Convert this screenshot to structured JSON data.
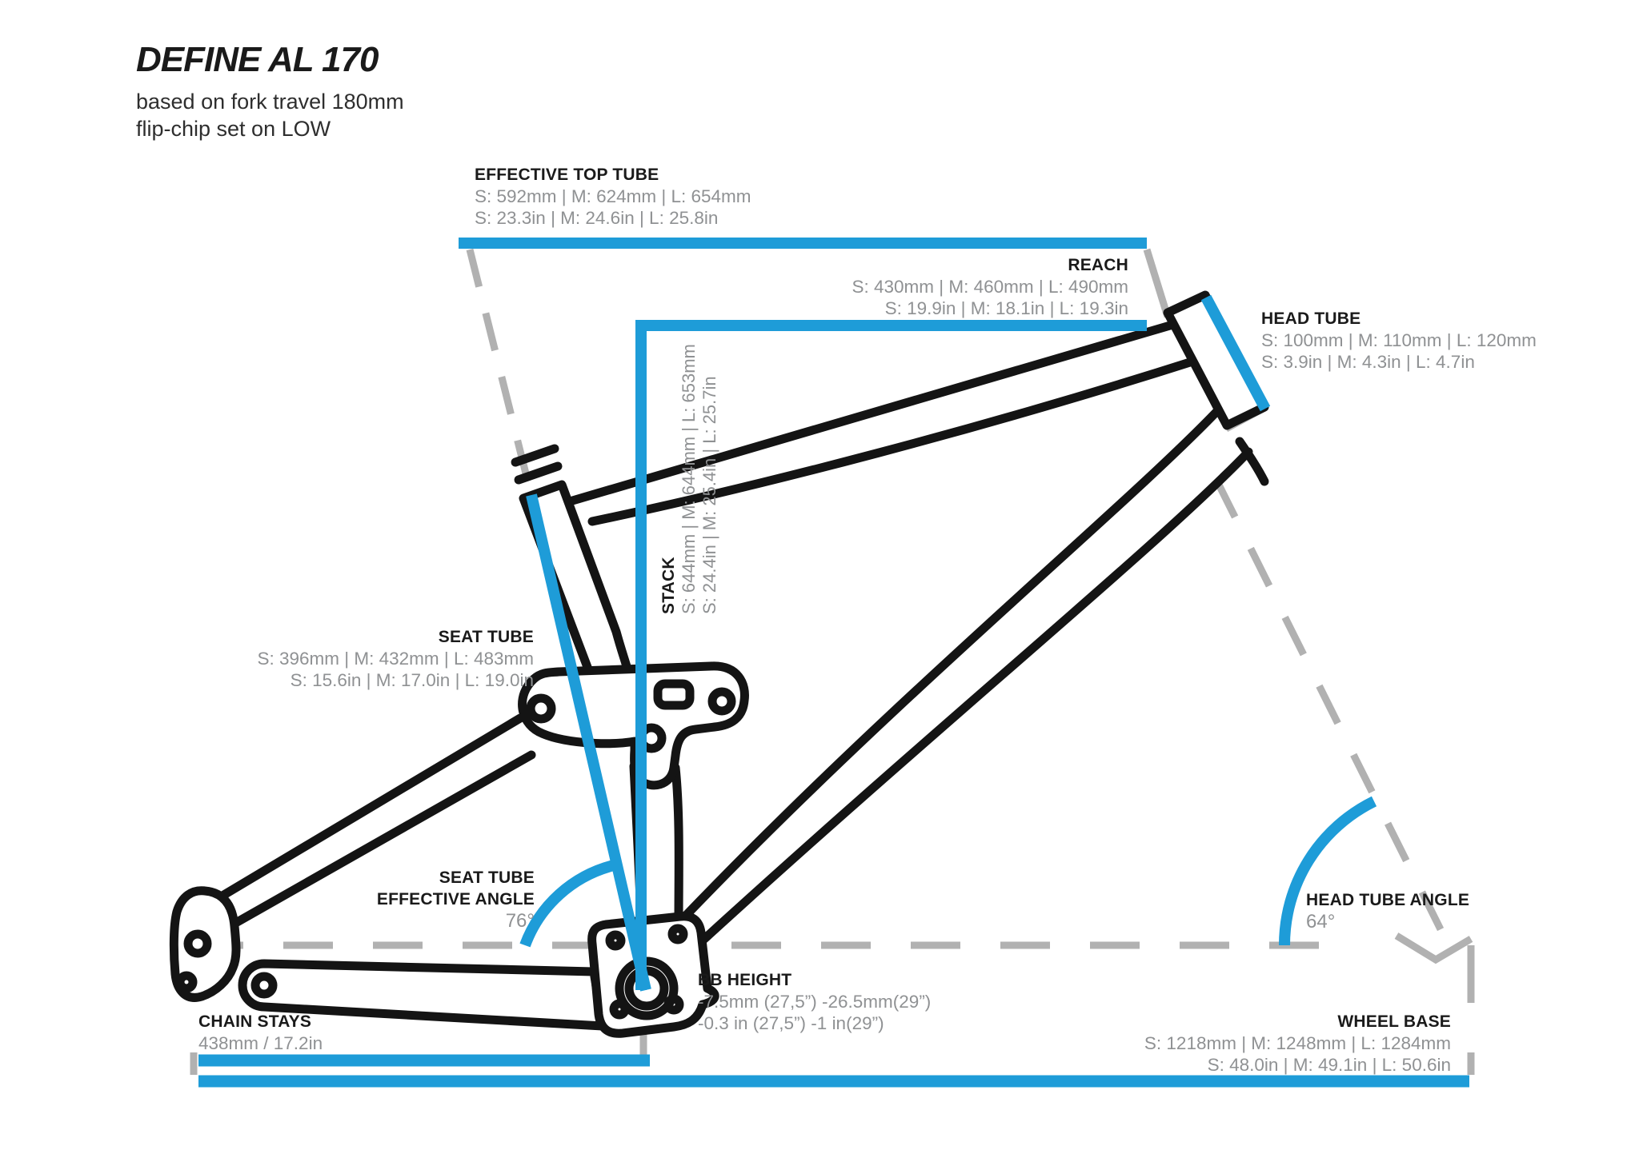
{
  "title": {
    "name": "DEFINE AL 170",
    "subtitle_line1": "based on fork travel 180mm",
    "subtitle_line2": "flip-chip set on LOW"
  },
  "colors": {
    "accent_blue": "#1E9CD8",
    "construction_gray": "#B1B1B1",
    "value_gray": "#8F9193",
    "frame_black": "#141414"
  },
  "measurements": {
    "effective_top_tube": {
      "label": "EFFECTIVE TOP TUBE",
      "mm": "S: 592mm | M: 624mm | L: 654mm",
      "in": "S: 23.3in | M: 24.6in | L: 25.8in"
    },
    "reach": {
      "label": "REACH",
      "mm": "S: 430mm | M: 460mm | L: 490mm",
      "in": "S: 19.9in | M: 18.1in | L: 19.3in"
    },
    "head_tube": {
      "label": "HEAD TUBE",
      "mm": "S: 100mm | M: 110mm | L: 120mm",
      "in": "S: 3.9in | M: 4.3in | L: 4.7in"
    },
    "stack": {
      "label": "STACK",
      "mm": "S: 644mm | M: 644mm | L: 653mm",
      "in": "S: 24.4in | M: 25.4in | L: 25.7in"
    },
    "seat_tube": {
      "label": "SEAT TUBE",
      "mm": "S: 396mm | M: 432mm | L: 483mm",
      "in": "S: 15.6in | M: 17.0in | L: 19.0in"
    },
    "seat_tube_effective_angle": {
      "label_line1": "SEAT TUBE",
      "label_line2": "EFFECTIVE ANGLE",
      "value": "76°"
    },
    "bb_height": {
      "label": "BB HEIGHT",
      "mm": "-7.5mm (27,5”) -26.5mm(29”)",
      "in": "-0.3 in (27,5”) -1 in(29”)"
    },
    "chain_stays": {
      "label": "CHAIN STAYS",
      "value": "438mm / 17.2in"
    },
    "head_tube_angle": {
      "label": "HEAD TUBE ANGLE",
      "value": "64°"
    },
    "wheel_base": {
      "label": "WHEEL BASE",
      "mm": "S: 1218mm | M: 1248mm | L: 1284mm",
      "in": "S: 48.0in | M: 49.1in | L: 50.6in"
    }
  }
}
